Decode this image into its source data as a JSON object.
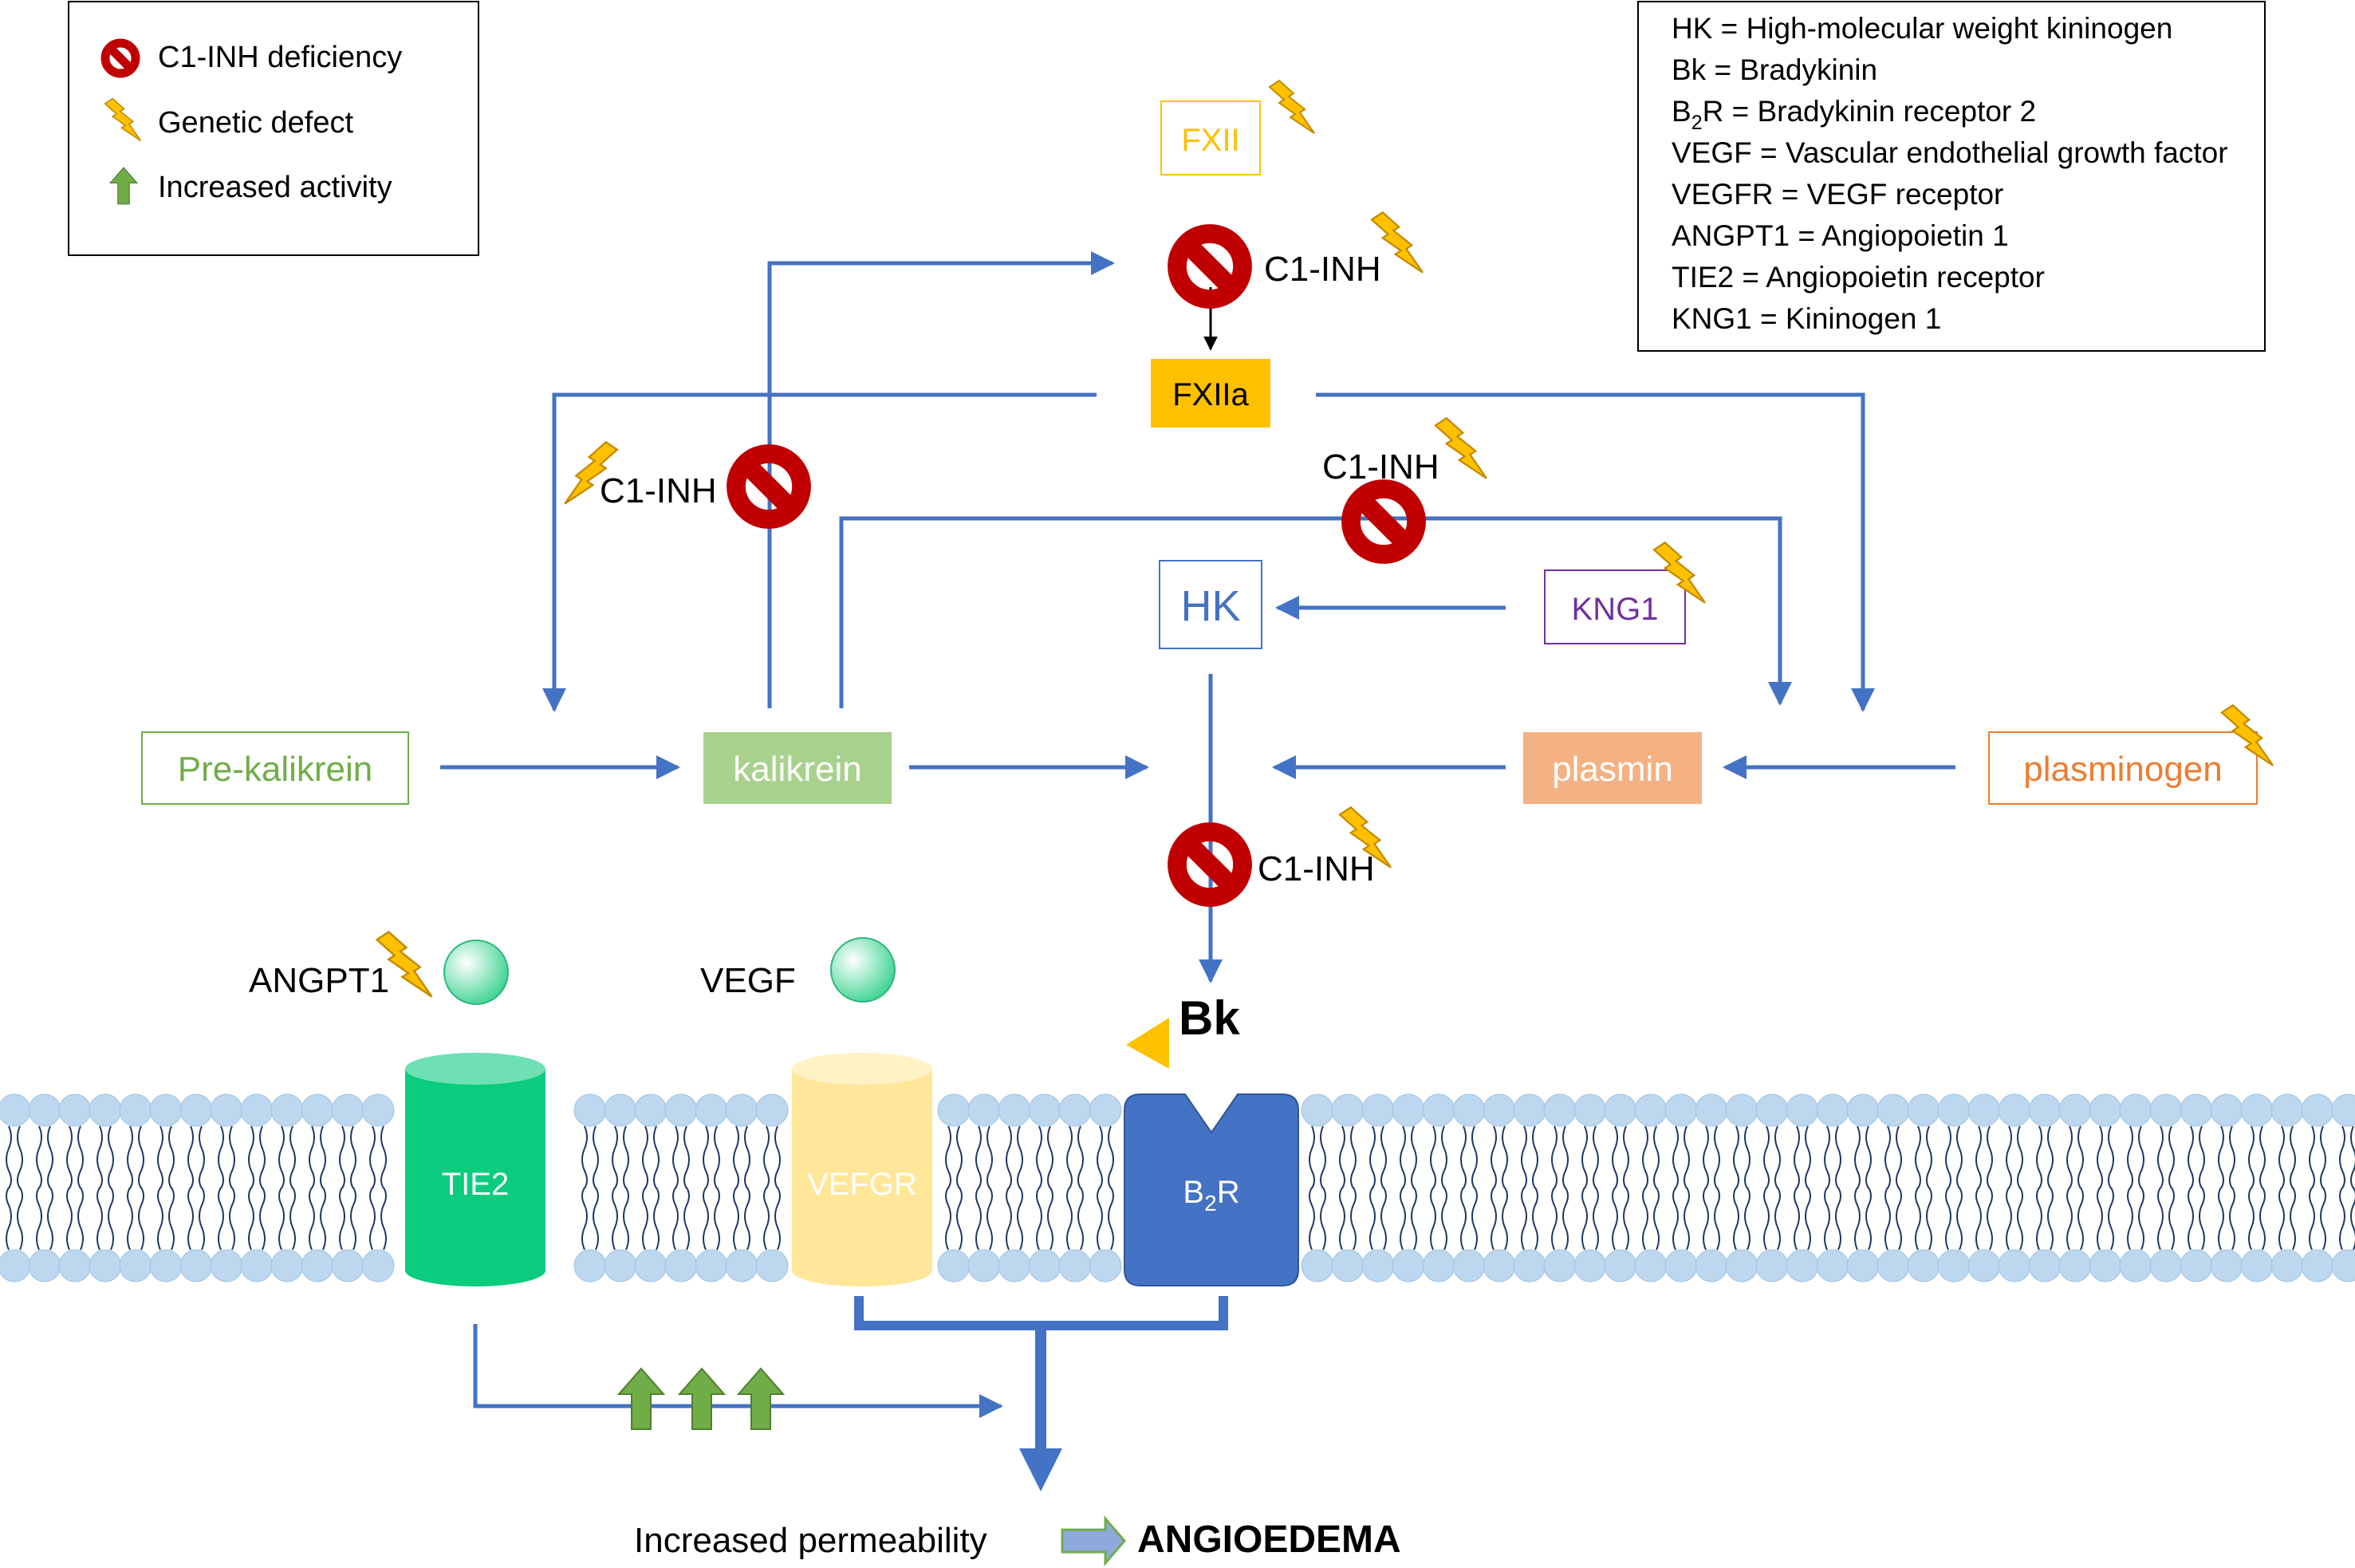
{
  "legend": {
    "items": [
      {
        "icon": "no-entry-icon",
        "label": "C1-INH deficiency"
      },
      {
        "icon": "lightning-bolt-icon",
        "label": "Genetic defect"
      },
      {
        "icon": "up-arrow-icon",
        "label": "Increased activity"
      }
    ]
  },
  "glossary": {
    "lines": [
      {
        "pre": "HK = High-molecular weight kininogen"
      },
      {
        "pre": "Bk = Bradykinin"
      },
      {
        "pre": "B",
        "sub": "2",
        "post": "R =  Bradykinin receptor 2"
      },
      {
        "pre": "VEGF = Vascular endothelial growth factor"
      },
      {
        "pre": "VEGFR = VEGF receptor"
      },
      {
        "pre": "ANGPT1 = Angiopoietin 1"
      },
      {
        "pre": "TIE2 = Angiopoietin receptor"
      },
      {
        "pre": "KNG1 = Kininogen 1"
      }
    ]
  },
  "nodes": {
    "fxii": "FXII",
    "fxiia": "FXIIa",
    "hk": "HK",
    "kng1": "KNG1",
    "prekalikrein": "Pre-kalikrein",
    "kalikrein": "kalikrein",
    "plasmin": "plasmin",
    "plasminogen": "plasminogen"
  },
  "inhibitors": {
    "c1inh_top": "C1-INH",
    "c1inh_left": "C1-INH",
    "c1inh_right": "C1-INH",
    "c1inh_bottom": "C1-INH"
  },
  "ligands": {
    "angpt1": "ANGPT1",
    "vegf": "VEGF",
    "bk": "Bk"
  },
  "receptors": {
    "tie2": "TIE2",
    "vegfr": "VEFGR",
    "b2r_pre": "B",
    "b2r_sub": "2",
    "b2r_post": "R"
  },
  "outcome": {
    "permeability": "Increased permeability",
    "angioedema": "ANGIOEDEMA"
  },
  "colors": {
    "arrow": "#4472C4",
    "membrane_head": "#BDD7EE",
    "tail": "#1F3864",
    "fxii": "#FFC000",
    "hk": "#4472C4",
    "kng1": "#7030A0",
    "prekalikrein": "#70AD47",
    "kalikrein": "#A9D18E",
    "plasmin": "#F4B183",
    "plasminogen": "#ED7D31",
    "tie2": "#0BCB7E",
    "vegfr": "#FFE699",
    "b2r": "#4472C4",
    "inhibit": "#C00000",
    "bolt": "#FFC000",
    "increase": "#70AD47"
  }
}
